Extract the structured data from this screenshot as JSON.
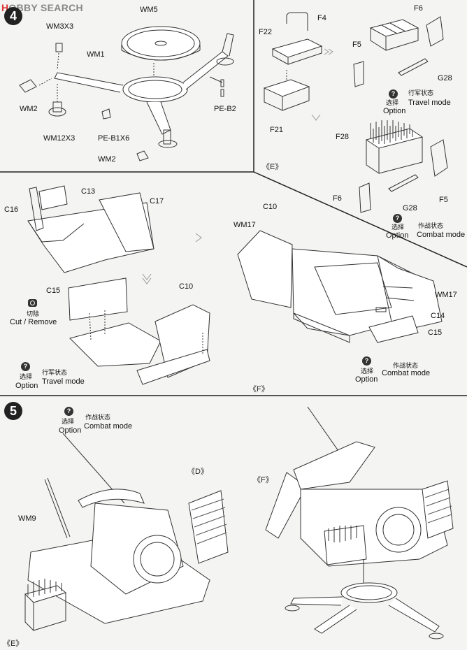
{
  "watermark": {
    "prefix": "H",
    "text": "OBBY SEARCH"
  },
  "steps": {
    "step4": "4",
    "step5": "5"
  },
  "option_icon": "?",
  "panel_4": {
    "labels": {
      "wm5": "WM5",
      "wm3x3": "WM3X3",
      "wm1": "WM1",
      "wm2a": "WM2",
      "wm12x3": "WM12X3",
      "peb1x6": "PE-B1X6",
      "peb2": "PE-B2",
      "wm2b": "WM2"
    }
  },
  "panel_e": {
    "labels": {
      "f4": "F4",
      "f22": "F22",
      "f21": "F21",
      "f6a": "F6",
      "f5a": "F5",
      "g28a": "G28",
      "f28": "F28",
      "f6b": "F6",
      "g28b": "G28",
      "f5b": "F5"
    },
    "marker": "《E》",
    "travel": {
      "cn": "选择",
      "en": "Option",
      "mode_cn": "行军状态",
      "mode_en": "Travel mode"
    },
    "combat": {
      "cn": "选择",
      "en": "Option",
      "mode_cn": "作战状态",
      "mode_en": "Combat mode"
    }
  },
  "panel_left": {
    "labels": {
      "c16": "C16",
      "c13": "C13",
      "c17": "C17",
      "c15": "C15",
      "c10": "C10"
    },
    "cut": {
      "cn": "切除",
      "en": "Cut / Remove"
    },
    "travel": {
      "cn": "选择",
      "en": "Option",
      "mode_cn": "行军状态",
      "mode_en": "Travel mode"
    }
  },
  "panel_f": {
    "labels": {
      "c10": "C10",
      "wm17a": "WM17",
      "wm17b": "WM17",
      "c14": "C14",
      "c15": "C15"
    },
    "marker": "《F》",
    "combat": {
      "cn": "选择",
      "en": "Option",
      "mode_cn": "作战状态",
      "mode_en": "Combat mode"
    }
  },
  "panel_5": {
    "combat": {
      "cn": "选择",
      "en": "Option",
      "mode_cn": "作战状态",
      "mode_en": "Combat mode"
    },
    "labels": {
      "wm9": "WM9",
      "d": "《D》",
      "f": "《F》",
      "e": "《E》"
    }
  }
}
